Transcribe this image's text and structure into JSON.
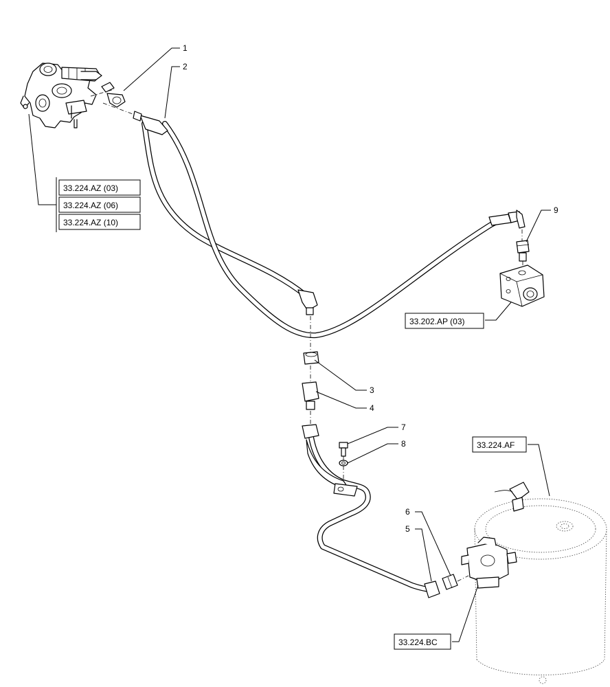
{
  "callouts": {
    "c1": "1",
    "c2": "2",
    "c3": "3",
    "c4": "4",
    "c5": "5",
    "c6": "6",
    "c7": "7",
    "c8": "8",
    "c9": "9"
  },
  "references": {
    "az03": "33.224.AZ (03)",
    "az06": "33.224.AZ (06)",
    "az10": "33.224.AZ (10)",
    "ap03": "33.202.AP (03)",
    "af": "33.224.AF",
    "bc": "33.224.BC"
  }
}
